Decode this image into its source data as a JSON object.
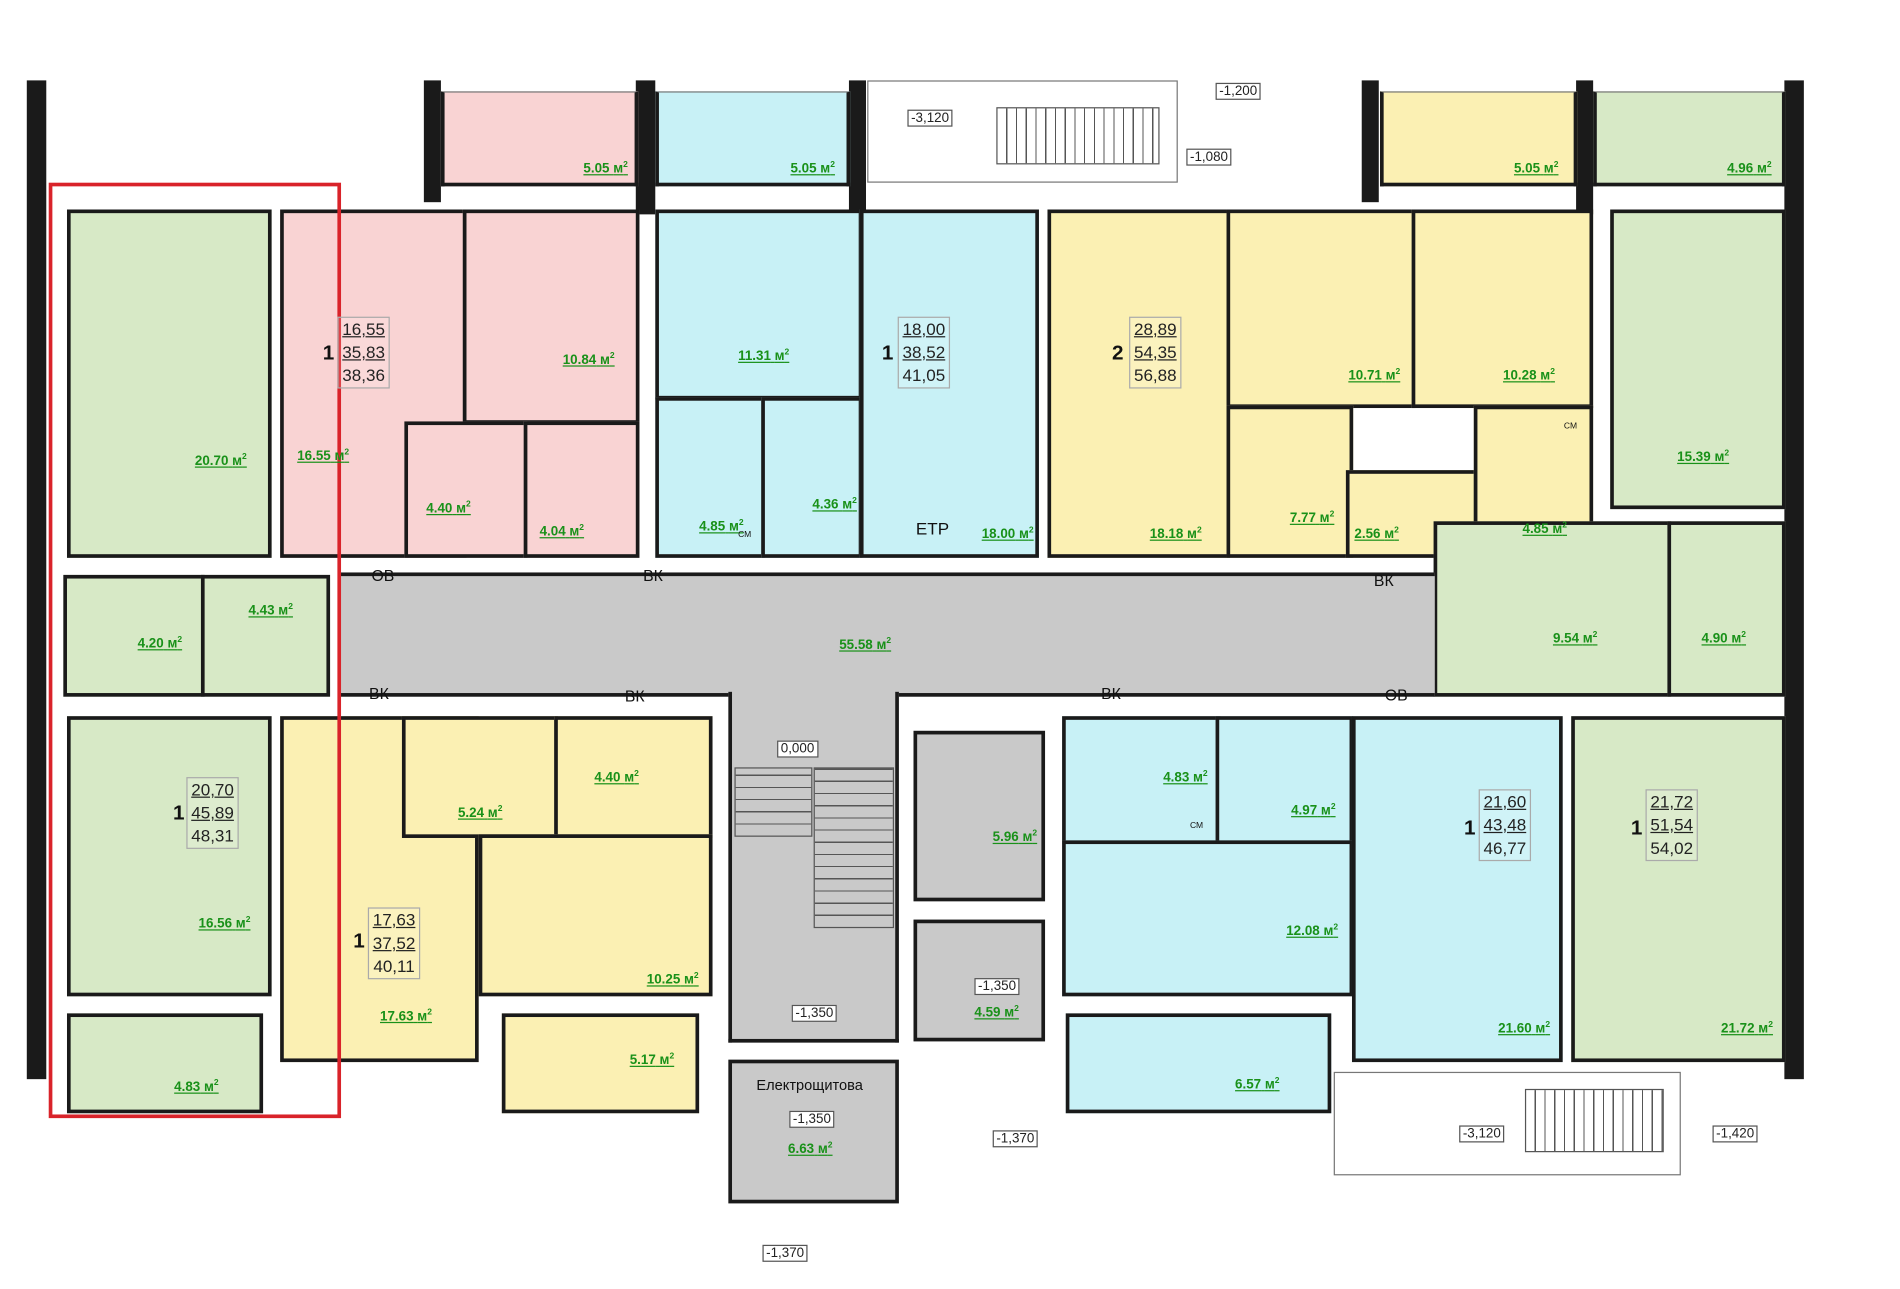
{
  "apartments": [
    {
      "rooms": "1",
      "living": "20,70",
      "total": "45,89",
      "full": "48,31"
    },
    {
      "rooms": "1",
      "living": "16,55",
      "total": "35,83",
      "full": "38,36"
    },
    {
      "rooms": "1",
      "living": "18,00",
      "total": "38,52",
      "full": "41,05"
    },
    {
      "rooms": "2",
      "living": "28,89",
      "total": "54,35",
      "full": "56,88"
    },
    {
      "rooms": "1",
      "living": "17,63",
      "total": "37,52",
      "full": "40,11"
    },
    {
      "rooms": "1",
      "living": "21,60",
      "total": "43,48",
      "full": "46,77"
    },
    {
      "rooms": "1",
      "living": "21,72",
      "total": "51,54",
      "full": "54,02"
    }
  ],
  "areas": [
    "20.70",
    "4.20",
    "4.43",
    "16.56",
    "4.83",
    "16.55",
    "10.84",
    "4.40",
    "4.04",
    "5.05",
    "11.31",
    "4.85",
    "4.36",
    "18.00",
    "5.05",
    "18.18",
    "10.71",
    "10.28",
    "7.77",
    "2.56",
    "4.85",
    "5.05",
    "15.39",
    "9.54",
    "4.90",
    "4.96",
    "55.58",
    "17.63",
    "5.24",
    "4.40",
    "10.25",
    "5.17",
    "4.83",
    "4.97",
    "12.08",
    "6.57",
    "21.60",
    "21.72",
    "5.96",
    "4.59",
    "6.63"
  ],
  "unit": "м",
  "levels": [
    "-3,120",
    "-1,200",
    "-1,080",
    "0,000",
    "-1,350",
    "-1,350",
    "-1,350",
    "-1,370",
    "-1,370",
    "-3,120",
    "-1,420"
  ],
  "tags": {
    "ov": "ОВ",
    "vk": "ВК",
    "cm": "СМ",
    "etr": "ЕТР",
    "electro": "Електрощитова"
  },
  "colors": {
    "green": "#d7e9c6",
    "pink": "#f9d3d3",
    "blue": "#c8f1f6",
    "yellow": "#fbf0b3",
    "gray": "#c9c9c9",
    "highlight": "#d9232a",
    "area_text": "#199119"
  }
}
